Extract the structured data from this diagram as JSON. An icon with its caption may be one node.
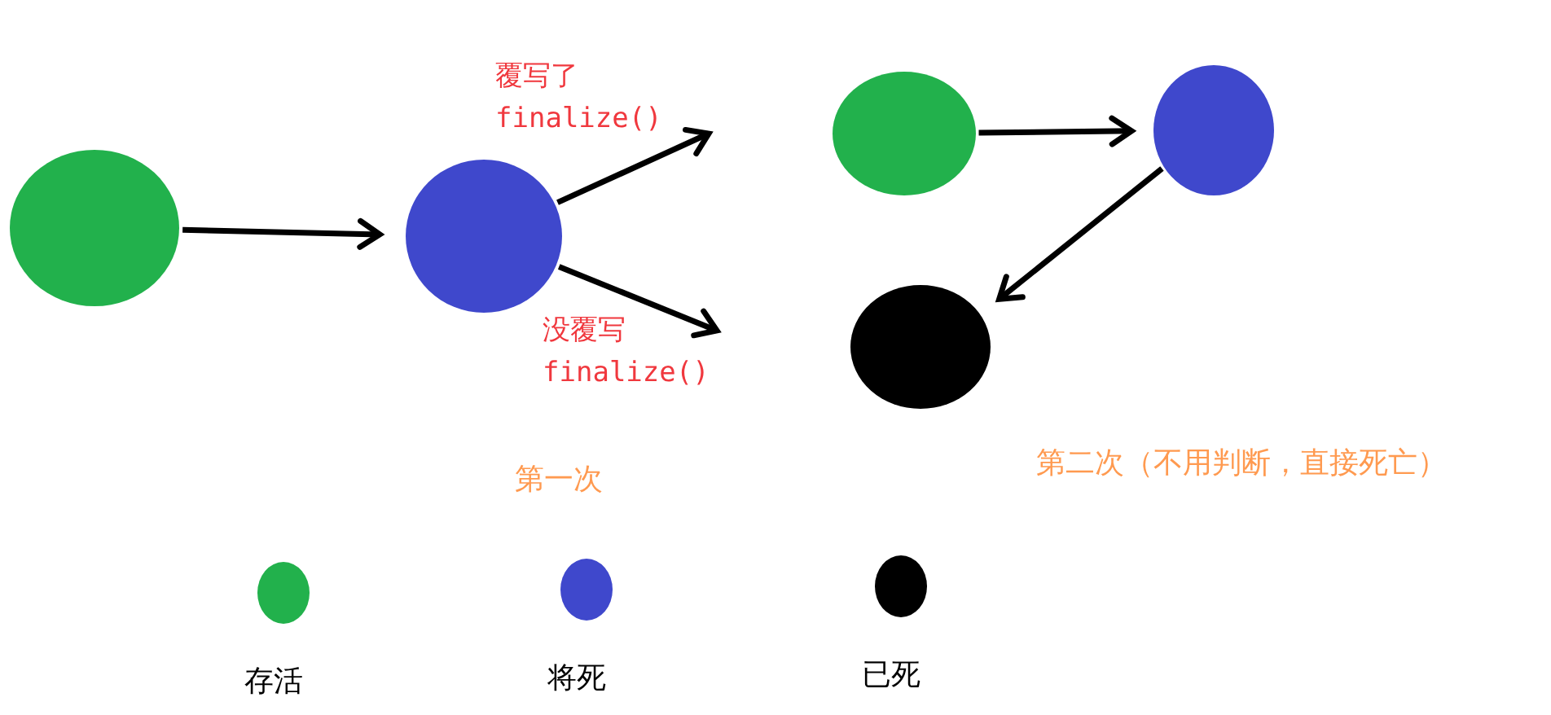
{
  "diagram": {
    "nodes": [
      {
        "text": [],
        "shape": "circle"
      },
      {
        "text": [],
        "shape": "circle"
      },
      {
        "text": [],
        "shape": "circle"
      },
      {
        "text": [],
        "shape": "circle"
      },
      {
        "text": [],
        "shape": "circle"
      }
    ],
    "edges": [
      {
        "from": 0,
        "to": 1,
        "arrow": "to"
      },
      {
        "from": 1,
        "to": null,
        "arrow": "to",
        "label": "覆写了 finalize()"
      },
      {
        "from": 1,
        "to": null,
        "arrow": "to",
        "label": "没覆写 finalize()"
      },
      {
        "from": 2,
        "to": 3,
        "arrow": "to"
      },
      {
        "from": 3,
        "to": 4,
        "arrow": "to"
      }
    ],
    "labels": [
      "第一次",
      "第二次（不用判断，直接死亡）"
    ],
    "legend": [
      {
        "text": "存活",
        "color": "#22b14c"
      },
      {
        "text": "将死",
        "color": "#3f48cc"
      },
      {
        "text": "已死",
        "color": "#000000"
      }
    ]
  }
}
